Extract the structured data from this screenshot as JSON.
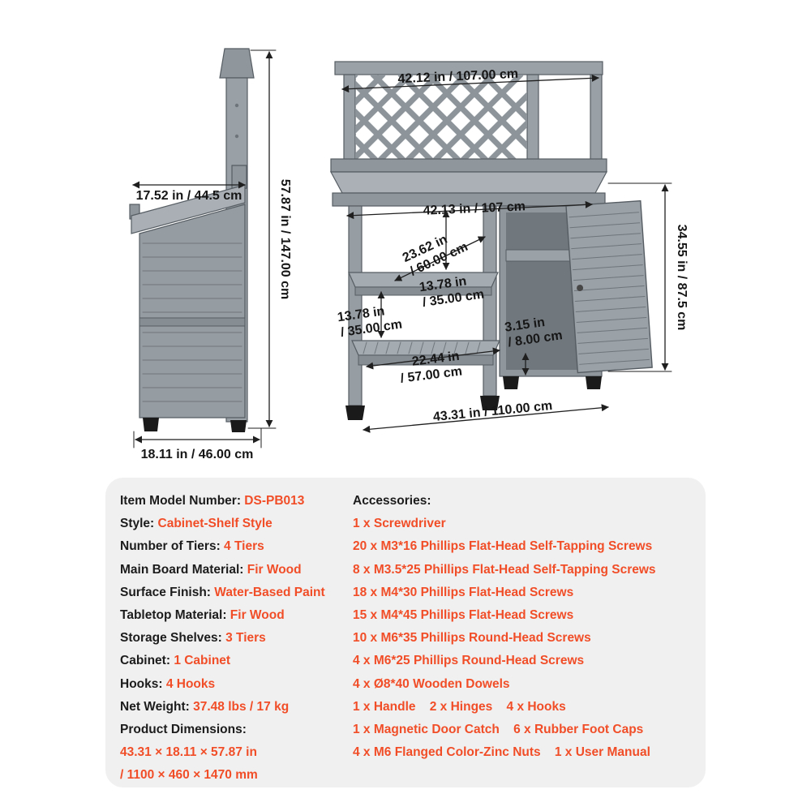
{
  "colors": {
    "accent": "#f14e28",
    "card_bg": "#f0f0f0",
    "wood_gray": "#9aa1a7"
  },
  "drawing": {
    "side_view": {
      "top_depth": "17.52 in / 44.5 cm",
      "height": "57.87 in / 147.00 cm",
      "bottom_depth": "18.11 in / 46.00 cm"
    },
    "front_view": {
      "top_width": "42.12 in / 107.00 cm",
      "tabletop_width": "42.13 in / 107 cm",
      "shelf_depth_in": "23.62 in",
      "shelf_depth_cm": "/ 60.00 cm",
      "upper_shelf_gap_in": "13.78 in",
      "upper_shelf_gap_cm": "/ 35.00 cm",
      "lower_shelf_gap_in": "13.78 in",
      "lower_shelf_gap_cm": "/ 35.00 cm",
      "ground_clearance_in": "3.15 in",
      "ground_clearance_cm": "/ 8.00 cm",
      "bottom_shelf_width_in": "22.44 in",
      "bottom_shelf_width_cm": "/ 57.00 cm",
      "side_height": "34.55 in / 87.5 cm",
      "overall_width": "43.31 in / 110.00 cm"
    }
  },
  "spec_card": {
    "left": [
      {
        "label": "Item Model Number: ",
        "value": "DS-PB013"
      },
      {
        "label": "Style: ",
        "value": "Cabinet-Shelf Style"
      },
      {
        "label": "Number of Tiers: ",
        "value": "4 Tiers"
      },
      {
        "label": "Main Board Material: ",
        "value": "Fir Wood"
      },
      {
        "label": "Surface Finish: ",
        "value": "Water-Based Paint"
      },
      {
        "label": "Tabletop Material: ",
        "value": "Fir Wood"
      },
      {
        "label": "Storage Shelves: ",
        "value": "3 Tiers"
      },
      {
        "label": "Cabinet: ",
        "value": "1 Cabinet"
      },
      {
        "label": "Hooks: ",
        "value": "4 Hooks"
      },
      {
        "label": "Net Weight: ",
        "value": "37.48 lbs / 17 kg"
      },
      {
        "label": "Product Dimensions:",
        "value": ""
      },
      {
        "label": "",
        "value": "43.31 × 18.11 × 57.87 in"
      },
      {
        "label": "",
        "value": "/ 1100 × 460 × 1470 mm"
      }
    ],
    "right_header": "Accessories:",
    "right": [
      "1 x Screwdriver",
      "20 x M3*16 Phillips Flat-Head Self-Tapping Screws",
      "8 x M3.5*25 Phillips Flat-Head Self-Tapping Screws",
      "18 x M4*30 Phillips Flat-Head Screws",
      "15 x M4*45 Phillips Flat-Head Screws",
      "10 x M6*35 Phillips Round-Head Screws",
      "4 x M6*25 Phillips Round-Head Screws",
      "4 x Ø8*40 Wooden Dowels",
      "1 x Handle    2 x Hinges    4 x Hooks",
      "1 x Magnetic Door Catch    6 x Rubber Foot Caps",
      "4 x M6 Flanged Color-Zinc Nuts    1 x User Manual"
    ]
  }
}
